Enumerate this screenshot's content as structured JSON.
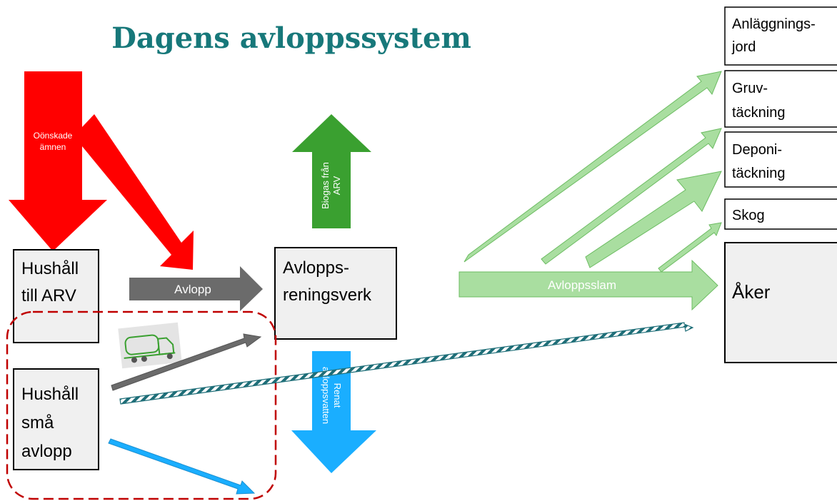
{
  "title": "Dagens avloppssystem",
  "boxes": {
    "hushall_arv": [
      "Hushåll",
      "till ARV"
    ],
    "hushall_sma": [
      "Hushåll",
      "små",
      "avlopp"
    ],
    "avloppsreningsverk": [
      "Avlopps-",
      "reningsverk"
    ],
    "anlaggningsjord": [
      "Anläggnings-",
      "jord"
    ],
    "gruvtackning": [
      "Gruv-",
      "täckning"
    ],
    "deponitackning": [
      "Deponi-",
      "täckning"
    ],
    "skog": "Skog",
    "aker": "Åker"
  },
  "arrows": {
    "oonskade_amnen": [
      "Oönskade",
      "ämnen"
    ],
    "avlopp": "Avlopp",
    "biogas": [
      "Biogas från",
      "ARV"
    ],
    "renat": [
      "Renat",
      "avloppsvatten"
    ],
    "avloppsslam": "Avloppsslam"
  },
  "icons": [
    "septic-truck-icon"
  ],
  "colors": {
    "title": "#17787a",
    "red": "#ff0000",
    "gray": "#6b6b6b",
    "green_dark": "#3aa030",
    "blue": "#1aaeff",
    "green_light": "#a9dea0",
    "dash_red": "#c00000",
    "striped": "#1e6e78",
    "box_fill": "#f0f0f0"
  }
}
